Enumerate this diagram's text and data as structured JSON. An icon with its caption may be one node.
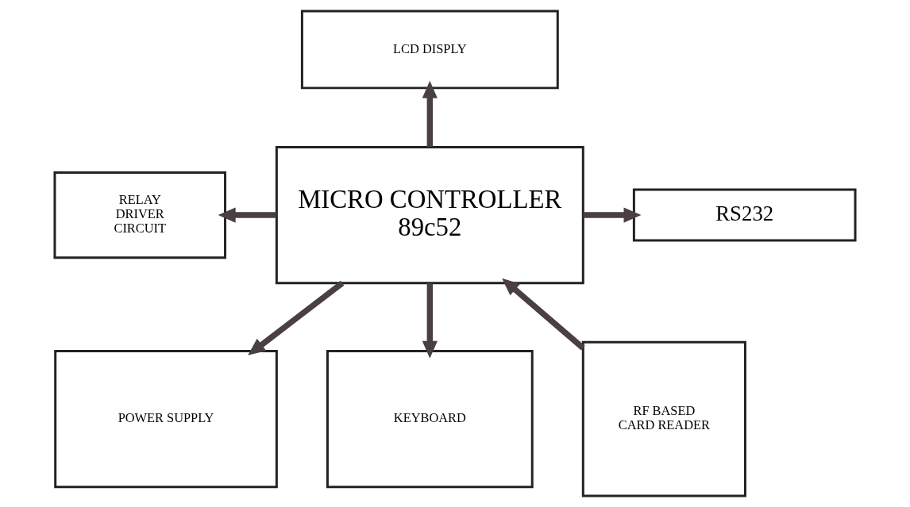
{
  "diagram": {
    "nodes": [
      {
        "text": [
          "LCD DISPLY"
        ]
      },
      {
        "text": [
          "MICRO CONTROLLER 89c52"
        ]
      },
      {
        "text": [
          "RELAY DRIVER CIRCUIT"
        ]
      },
      {
        "text": [
          "RS232"
        ]
      },
      {
        "text": [
          "POWER SUPPLY"
        ]
      },
      {
        "text": [
          "KEYBOARD"
        ]
      },
      {
        "text": [
          "RF BASED CARD READER"
        ]
      }
    ],
    "edges": [
      {
        "from": 1,
        "to": 0,
        "arrow": "to"
      },
      {
        "from": 1,
        "to": 2,
        "arrow": "to"
      },
      {
        "from": 1,
        "to": 3,
        "arrow": "to"
      },
      {
        "from": 1,
        "to": 4,
        "arrow": "to"
      },
      {
        "from": 1,
        "to": 5,
        "arrow": "to"
      },
      {
        "from": 6,
        "to": 1,
        "arrow": "to"
      }
    ]
  }
}
